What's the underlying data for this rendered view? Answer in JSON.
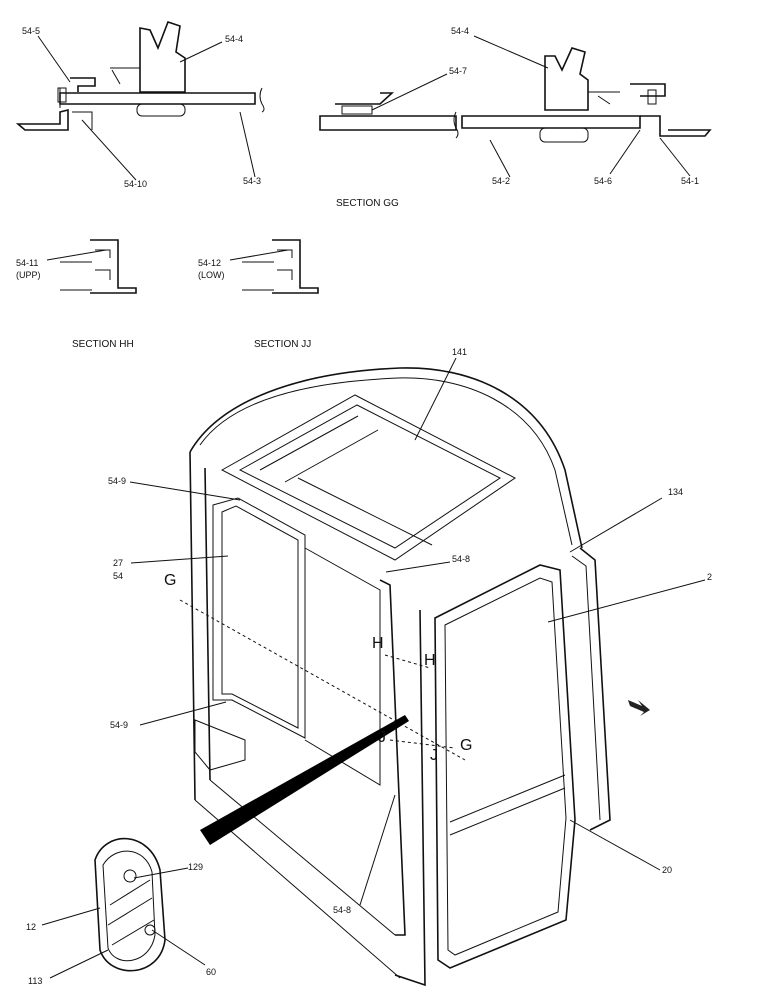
{
  "sections": {
    "gg": "SECTION GG",
    "hh": "SECTION HH",
    "jj": "SECTION JJ"
  },
  "callouts": {
    "c54_5": "54-5",
    "c54_4a": "54-4",
    "c54_4b": "54-4",
    "c54_7": "54-7",
    "c54_10": "54-10",
    "c54_3": "54-3",
    "c54_2": "54-2",
    "c54_6": "54-6",
    "c54_1": "54-1",
    "c54_11": "54-11",
    "upp": "(UPP)",
    "c54_12": "54-12",
    "low": "(LOW)",
    "c141": "141",
    "c54_9a": "54-9",
    "c27": "27",
    "c54": "54",
    "c54_8a": "54-8",
    "c134": "134",
    "c2": "2",
    "c54_9b": "54-9",
    "c20": "20",
    "c54_8b": "54-8",
    "c129": "129",
    "c12": "12",
    "c113": "113",
    "c60": "60"
  },
  "section_marks": {
    "g1": "G",
    "g2": "G",
    "h1": "H",
    "h2": "H",
    "j1": "J",
    "j2": "J"
  }
}
